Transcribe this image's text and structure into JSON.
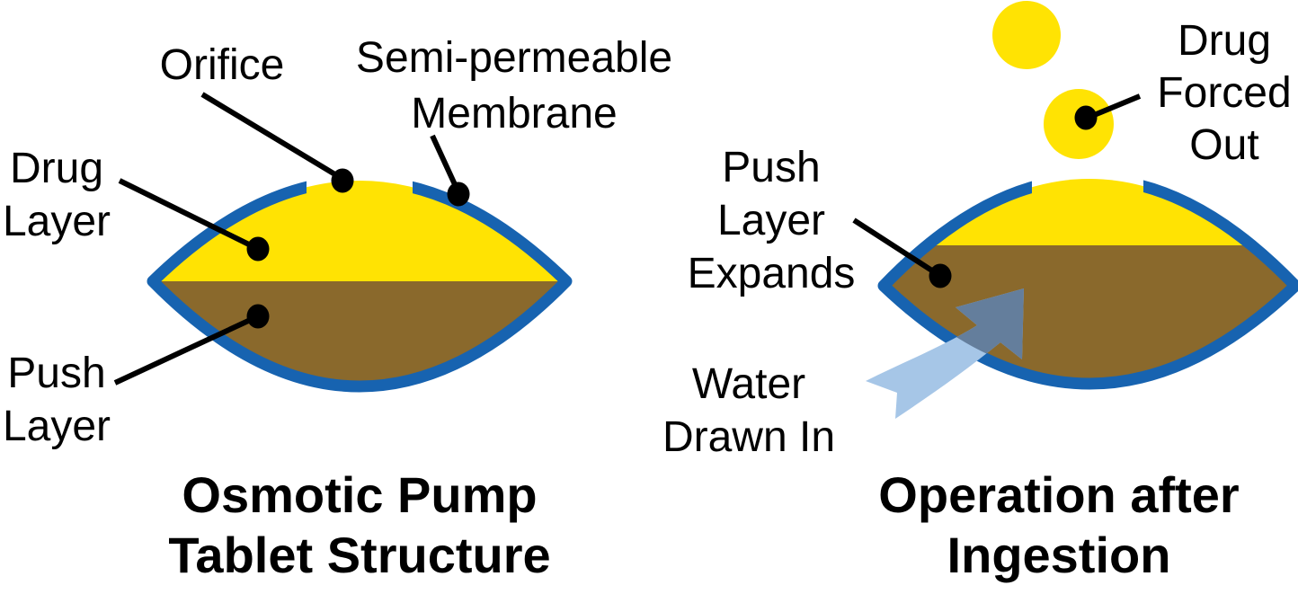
{
  "left_panel": {
    "title_lines": [
      "Osmotic Pump",
      "Tablet Structure"
    ],
    "labels": {
      "orifice": "Orifice",
      "membrane_lines": [
        "Semi-permeable",
        "Membrane"
      ],
      "drug_lines": [
        "Drug",
        "Layer"
      ],
      "push_lines": [
        "Push",
        "Layer"
      ]
    }
  },
  "right_panel": {
    "title_lines": [
      "Operation after",
      "Ingestion"
    ],
    "labels": {
      "push_expands_lines": [
        "Push",
        "Layer",
        "Expands"
      ],
      "water_lines": [
        "Water",
        "Drawn In"
      ],
      "drug_out_lines": [
        "Drug",
        "Forced",
        "Out"
      ]
    }
  },
  "colors": {
    "drug_yellow": "#FFE303",
    "push_brown": "#8A692C",
    "membrane_blue": "#1763B0",
    "water_arrow_light": "#A6C6E7",
    "water_arrow_dark": "#647E9C",
    "ink": "#000000",
    "background": "#FFFFFF"
  }
}
